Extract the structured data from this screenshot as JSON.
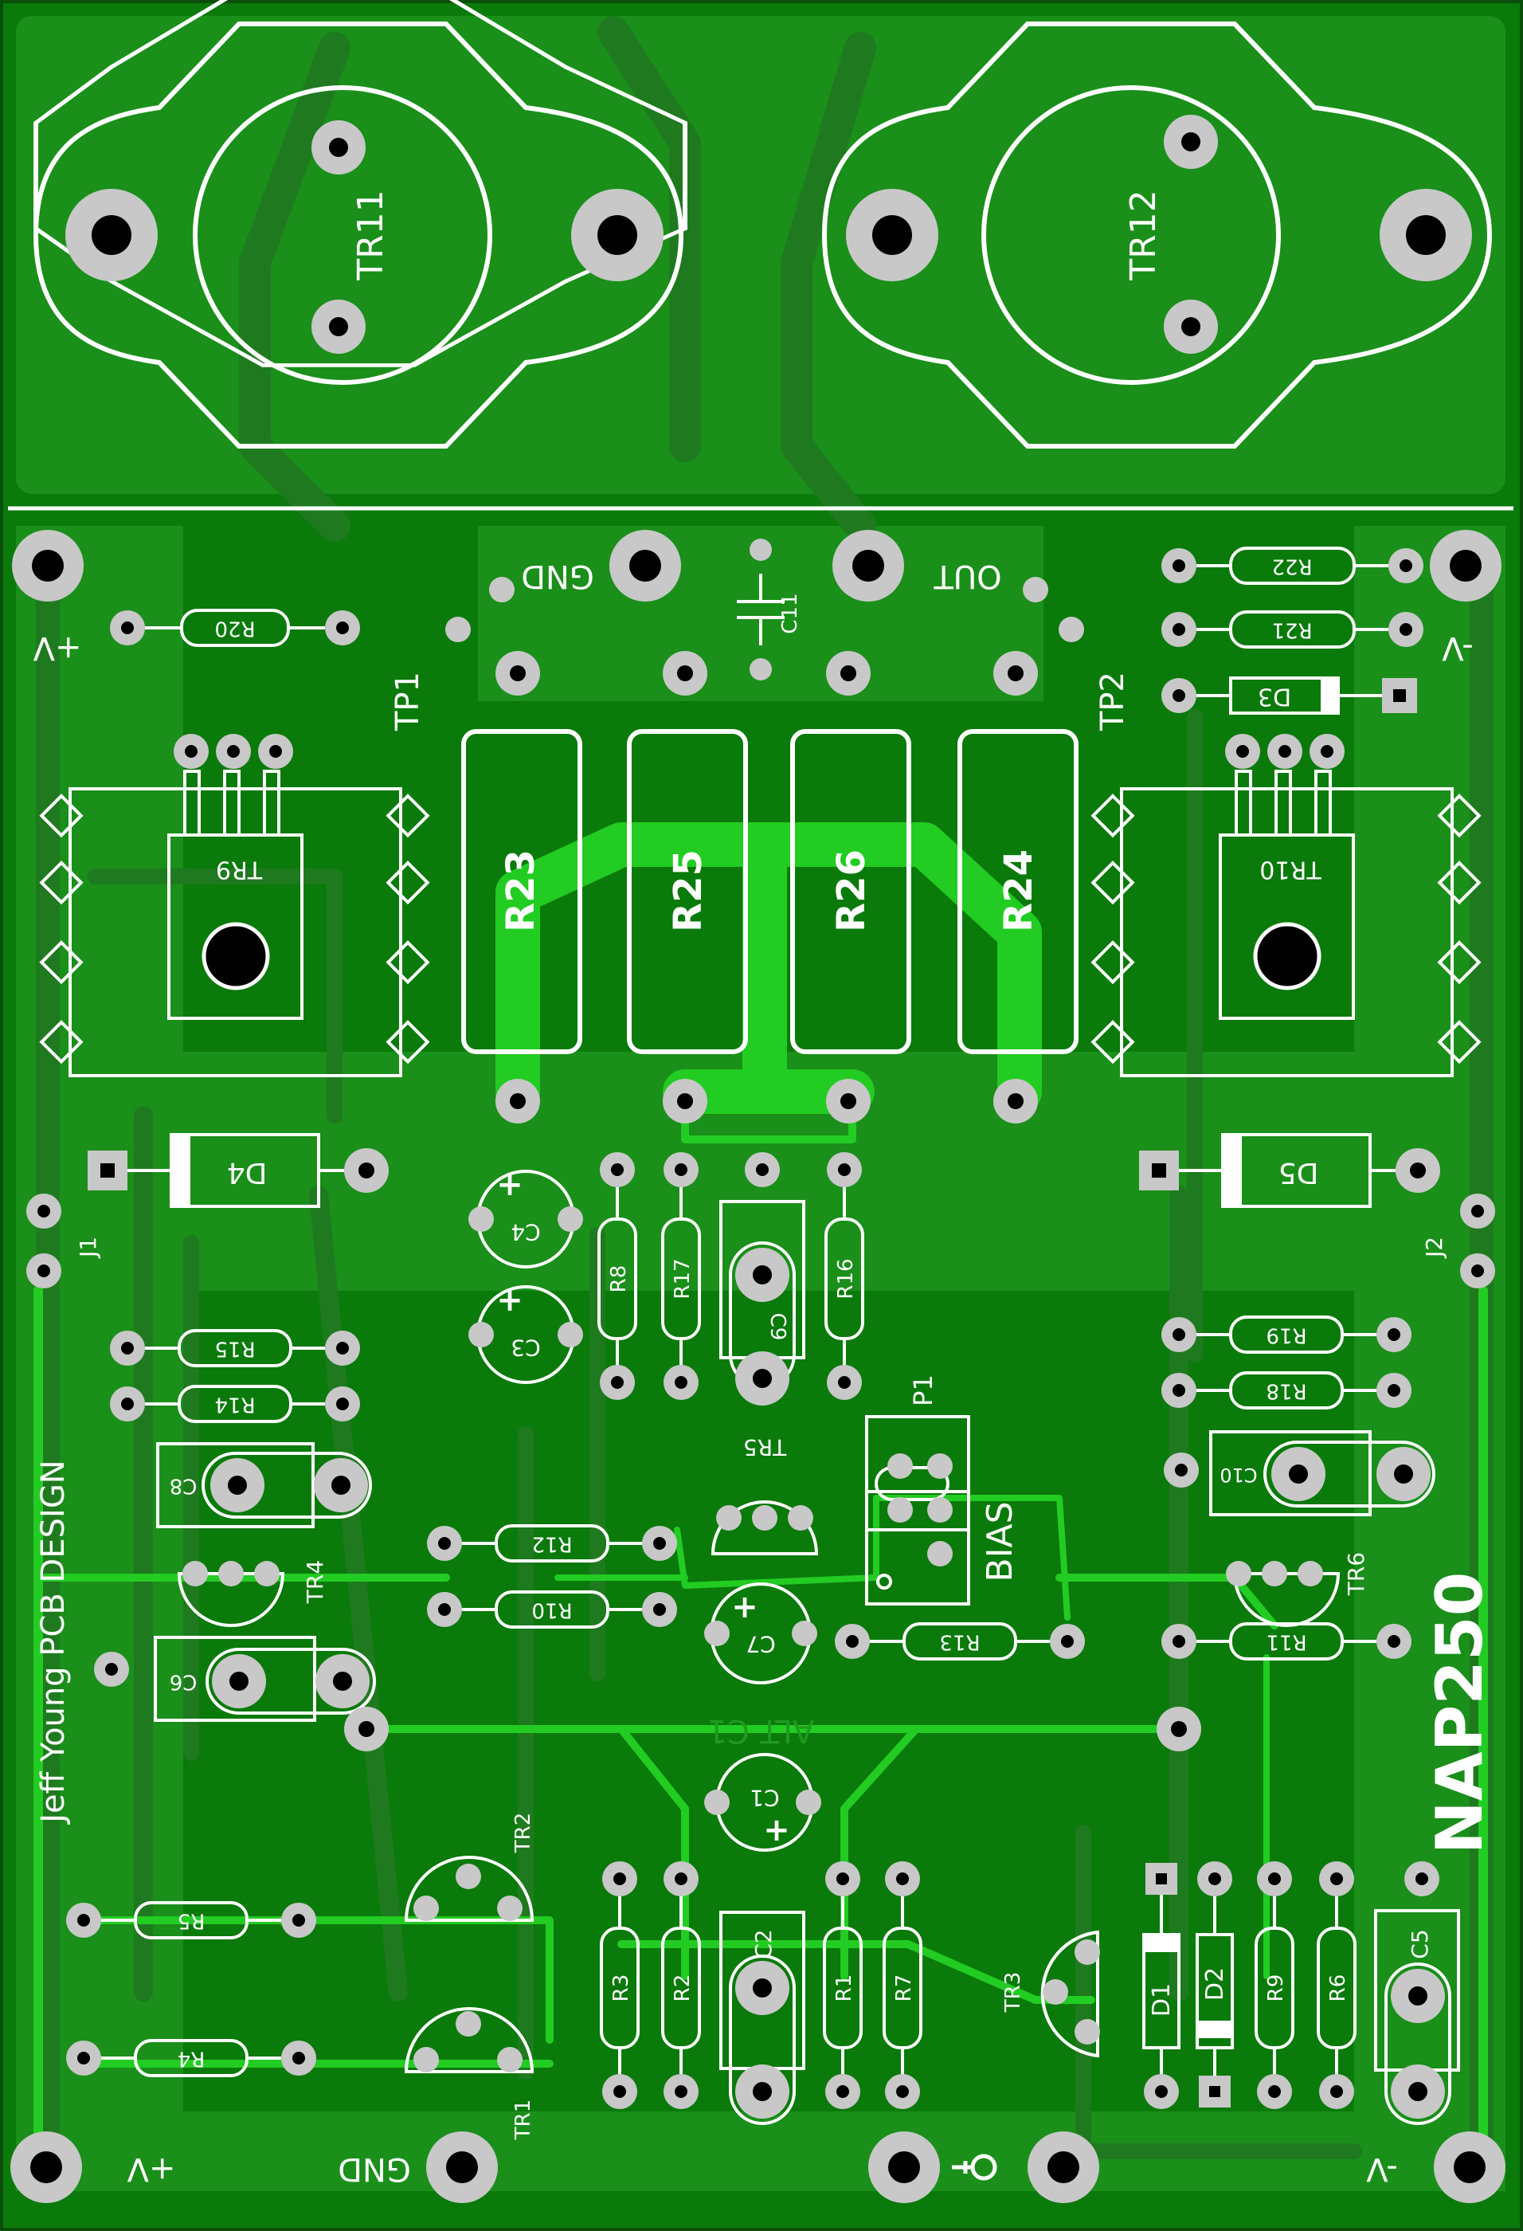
{
  "board": {
    "title": "NAP250",
    "credit": "Jeff Young PCB DESIGN",
    "colors": {
      "soldermask": "#0a7a0a",
      "copper_light": "#1f9a1f",
      "copper_bright": "#22cc22",
      "silkscreen": "#ffffff",
      "pad": "#c8c8c8",
      "hole": "#000000"
    }
  },
  "labels": {
    "tr11": "TR11",
    "tr12": "TR12",
    "gnd_top": "GND",
    "out": "OUT",
    "vplus_top": "+V",
    "vminus_top": "-V",
    "c11": "C11",
    "tp1": "TP1",
    "tp2": "TP2",
    "r20": "R20",
    "r22": "R22",
    "r21": "R21",
    "d3": "D3",
    "tr9": "TR9",
    "tr10": "TR10",
    "r23": "R23",
    "r25": "R25",
    "r26": "R26",
    "r24": "R24",
    "d4": "D4",
    "d5": "D5",
    "c4": "C4",
    "c3": "C3",
    "r8": "R8",
    "r17": "R17",
    "c9": "C9",
    "r16": "R16",
    "j1": "J1",
    "j2": "J2",
    "r15": "R15",
    "r14": "R14",
    "c8": "C8",
    "r19": "R19",
    "r18": "R18",
    "c10": "C10",
    "p1": "P1",
    "tr5": "TR5",
    "bias": "BIAS",
    "r12": "R12",
    "r10": "R10",
    "tr4": "TR4",
    "c6": "C6",
    "c7": "C7",
    "r13": "R13",
    "tr6": "TR6",
    "r11": "R11",
    "alt_c1": "ALT C1",
    "c1": "C1",
    "tr2": "TR2",
    "r5": "R5",
    "r4": "R4",
    "tr1": "TR1",
    "r3": "R3",
    "r2": "R2",
    "c2": "C2",
    "r1": "R1",
    "r7": "R7",
    "tr3": "TR3",
    "d1": "D1",
    "d2": "D2",
    "r9": "R9",
    "r6": "R6",
    "c5": "C5",
    "vplus_bottom": "+V",
    "gnd_bottom": "GND",
    "vminus_bottom": "-V",
    "plus": "+"
  }
}
